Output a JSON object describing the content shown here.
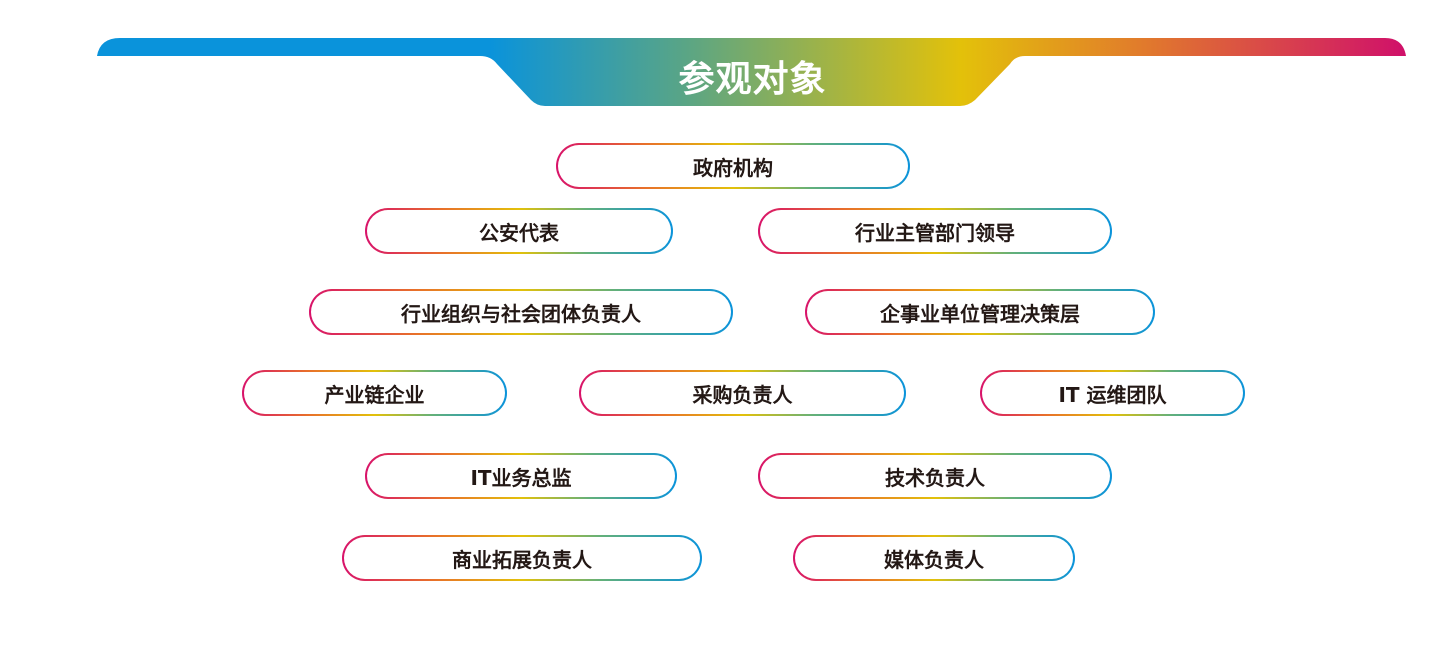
{
  "header": {
    "title": "参观对象"
  },
  "audience": [
    "政府机构",
    "公安代表",
    "行业主管部门领导",
    "行业组织与社会团体负责人",
    "企事业单位管理决策层",
    "产业链企业",
    "采购负责人",
    "IT 运维团队",
    "IT业务总监",
    "技术负责人",
    "商业拓展负责人",
    "媒体负责人"
  ],
  "colors": {
    "blue": "#0a93db",
    "yellow": "#e3c10a",
    "magenta": "#d0106a",
    "text": "#231815"
  }
}
